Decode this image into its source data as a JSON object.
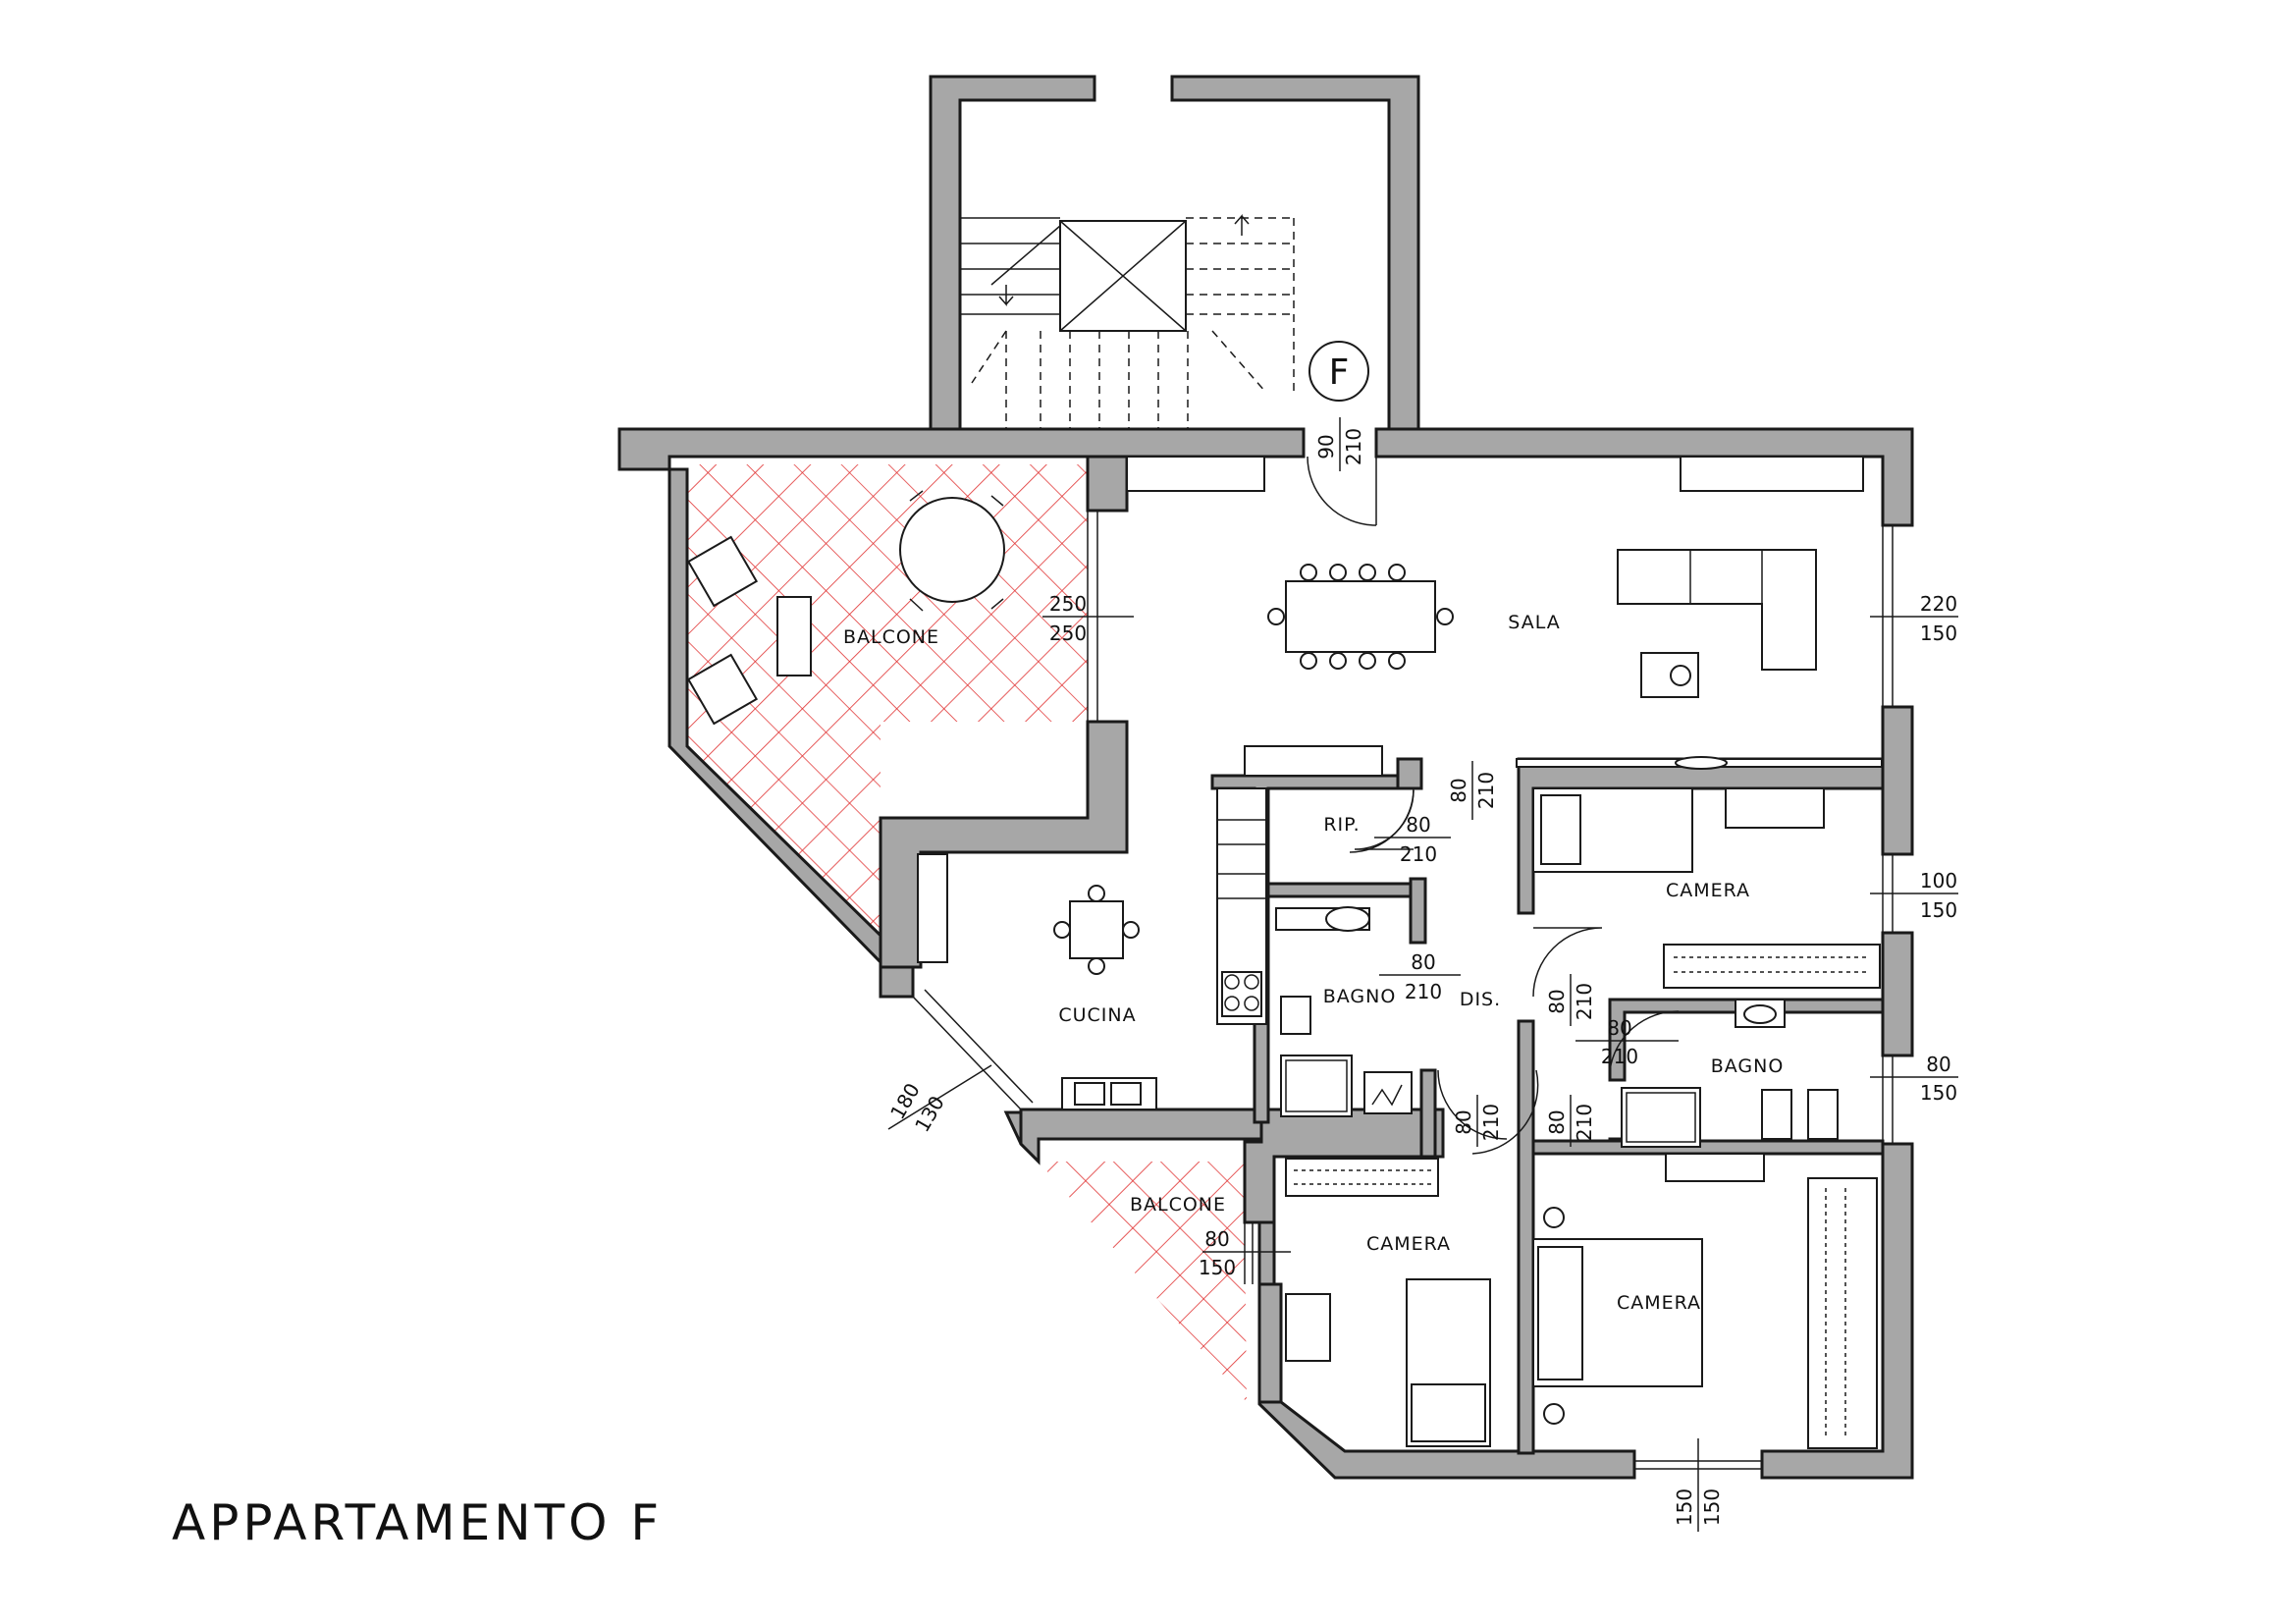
{
  "title": "APPARTAMENTO F",
  "apartment_marker": "F",
  "rooms": {
    "balcone_main": "BALCONE",
    "sala": "SALA",
    "rip": "RIP.",
    "cucina": "CUCINA",
    "bagno_small": "BAGNO",
    "dis": "DIS.",
    "camera_right": "CAMERA",
    "bagno_right": "BAGNO",
    "balcone_small": "BALCONE",
    "camera_bottom": "CAMERA",
    "camera_bottom_right": "CAMERA"
  },
  "dimensions": {
    "entrance": {
      "width": "90",
      "height": "210"
    },
    "balcone_window": {
      "width": "250",
      "height": "250"
    },
    "sala_window": {
      "width": "220",
      "height": "150"
    },
    "dis_door": {
      "width": "80",
      "height": "210"
    },
    "rip_door": {
      "width": "80",
      "height": "210"
    },
    "camera_right_window": {
      "width": "100",
      "height": "150"
    },
    "bagno_door": {
      "width": "80",
      "height": "210"
    },
    "camera_right_door": {
      "width": "80",
      "height": "210"
    },
    "bagno_right_door": {
      "width": "80",
      "height": "210"
    },
    "bagno_right_window": {
      "width": "80",
      "height": "150"
    },
    "cucina_window": {
      "width": "180",
      "height": "130"
    },
    "camera_bottom_door": {
      "width": "80",
      "height": "210"
    },
    "camera_bottom_right_door": {
      "width": "80",
      "height": "210"
    },
    "camera_bottom_window": {
      "width": "80",
      "height": "150"
    },
    "camera_bottom_right_window": {
      "width": "150",
      "height": "150"
    }
  },
  "colors": {
    "wall_fill": "#a7a7a7",
    "line": "#1a1a1a",
    "balcony_hatch": "#e03030"
  }
}
